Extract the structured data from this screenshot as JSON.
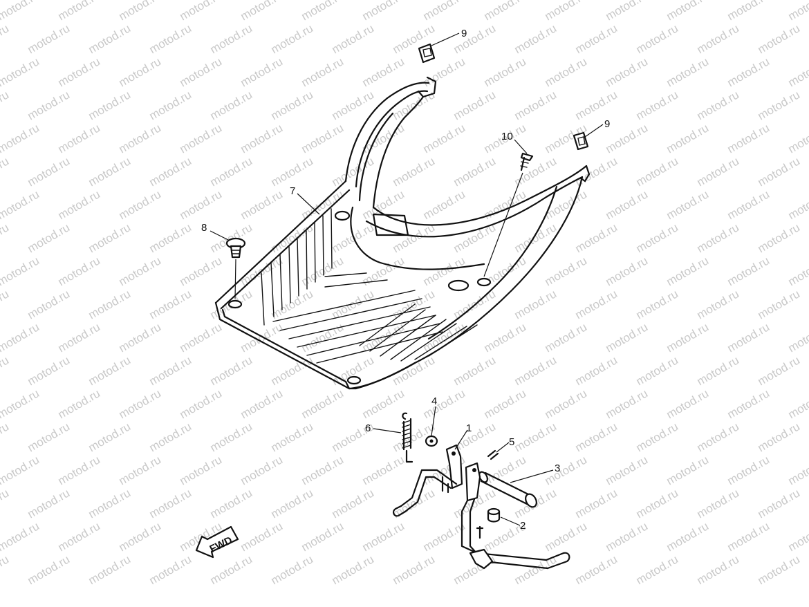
{
  "watermark": {
    "text": "motod.ru",
    "color": "#c9c9c9"
  },
  "callouts": [
    {
      "id": "c1",
      "label": "1"
    },
    {
      "id": "c2",
      "label": "2"
    },
    {
      "id": "c3",
      "label": "3"
    },
    {
      "id": "c4",
      "label": "4"
    },
    {
      "id": "c5",
      "label": "5"
    },
    {
      "id": "c6",
      "label": "6"
    },
    {
      "id": "c7",
      "label": "7"
    },
    {
      "id": "c8",
      "label": "8"
    },
    {
      "id": "c9a",
      "label": "9"
    },
    {
      "id": "c9b",
      "label": "9"
    },
    {
      "id": "c10",
      "label": "10"
    }
  ],
  "fwd_arrow": {
    "label": "FWD"
  },
  "colors": {
    "line": "#111111",
    "background": "#ffffff"
  }
}
